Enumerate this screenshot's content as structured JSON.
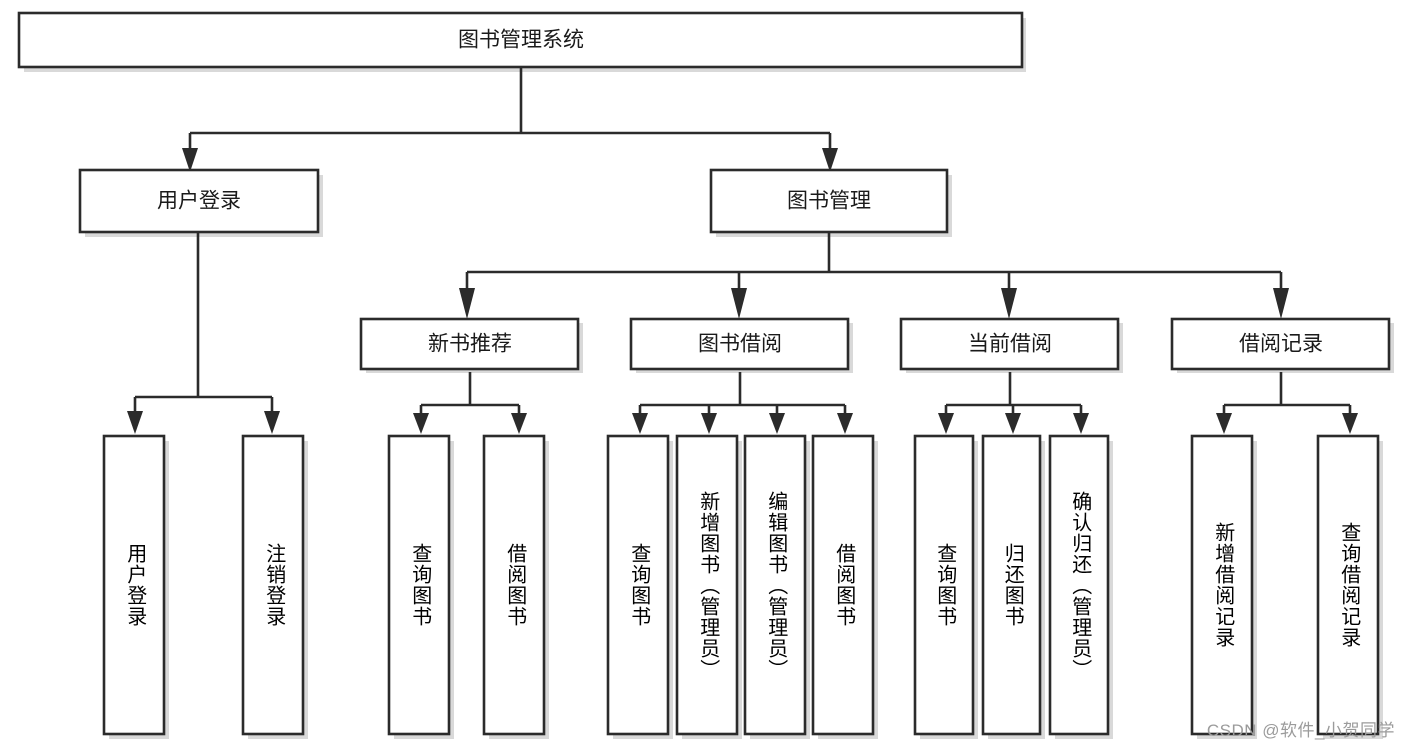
{
  "diagram": {
    "title": "图书管理系统",
    "type": "tree-hierarchy-chart",
    "root": {
      "label": "图书管理系统",
      "orientation": "horizontal"
    },
    "level2": [
      {
        "label": "用户登录",
        "orientation": "horizontal"
      },
      {
        "label": "图书管理",
        "orientation": "horizontal"
      }
    ],
    "level3": [
      {
        "label": "新书推荐",
        "orientation": "horizontal",
        "parent": "图书管理"
      },
      {
        "label": "图书借阅",
        "orientation": "horizontal",
        "parent": "图书管理"
      },
      {
        "label": "当前借阅",
        "orientation": "horizontal",
        "parent": "图书管理"
      },
      {
        "label": "借阅记录",
        "orientation": "horizontal",
        "parent": "图书管理"
      }
    ],
    "leaves": {
      "user_login": [
        {
          "label": "用户登录",
          "orientation": "vertical"
        },
        {
          "label": "注销登录",
          "orientation": "vertical"
        }
      ],
      "new_book_recommend": [
        {
          "label": "查询图书",
          "orientation": "vertical"
        },
        {
          "label": "借阅图书",
          "orientation": "vertical"
        }
      ],
      "book_borrow": [
        {
          "label": "查询图书",
          "orientation": "vertical"
        },
        {
          "label": "新增图书（管理员）",
          "orientation": "vertical"
        },
        {
          "label": "编辑图书（管理员）",
          "orientation": "vertical"
        },
        {
          "label": "借阅图书",
          "orientation": "vertical"
        }
      ],
      "current_borrow": [
        {
          "label": "查询图书",
          "orientation": "vertical"
        },
        {
          "label": "归还图书",
          "orientation": "vertical"
        },
        {
          "label": "确认归还（管理员）",
          "orientation": "vertical"
        }
      ],
      "borrow_record": [
        {
          "label": "新增借阅记录",
          "orientation": "vertical"
        },
        {
          "label": "查询借阅记录",
          "orientation": "vertical"
        }
      ]
    }
  },
  "watermark": {
    "text": "CSDN @软件_小贺同学"
  },
  "colors": {
    "box_stroke": "#2b2b2b",
    "box_fill": "#ffffff",
    "text": "#1a1a1a",
    "background": "#ffffff",
    "watermark": "#9b9b9b"
  }
}
